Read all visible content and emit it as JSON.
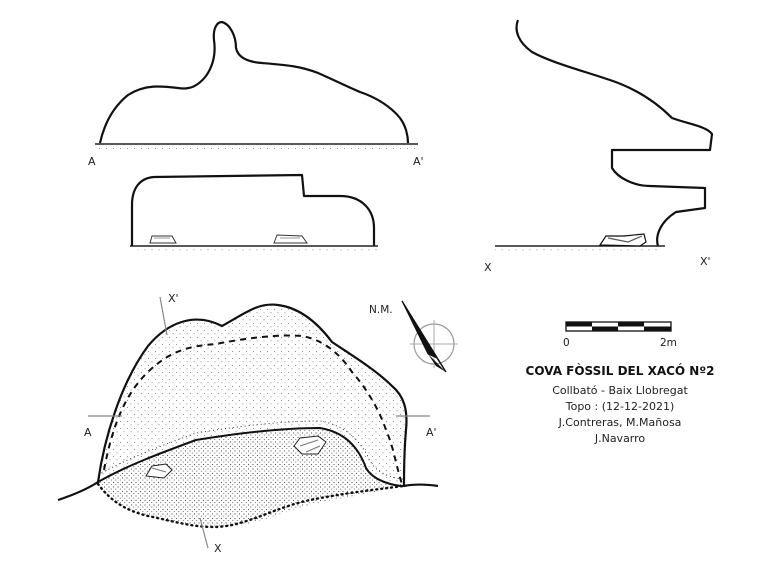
{
  "title": "COVA FÒSSIL DEL XACÓ Nº2",
  "location": "Collbató - Baix Llobregat",
  "survey_date": "Topo : (12-12-2021)",
  "authors_line1": "J.Contreras, M.Mañosa",
  "authors_line2": "J.Navarro",
  "north_label": "N.M.",
  "scale": {
    "start_label": "0",
    "end_label": "2m"
  },
  "section_labels": {
    "a": "A",
    "a_prime": "A'",
    "x": "X",
    "x_prime": "X'"
  }
}
